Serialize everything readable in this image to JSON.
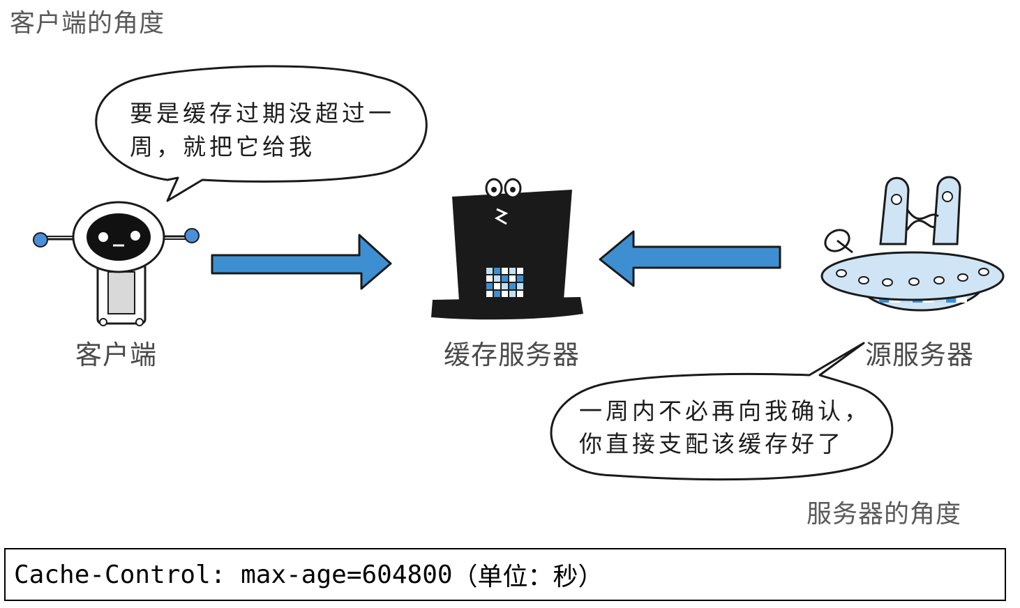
{
  "title_client_view": "客户端的角度",
  "title_server_view": "服务器的角度",
  "nodes": {
    "client": "客户端",
    "cache_server": "缓存服务器",
    "origin_server": "源服务器"
  },
  "client_bubble": {
    "line1": "要是缓存过期没超过一",
    "line2": "周，就把它给我"
  },
  "server_bubble": {
    "line1": "一周内不必再向我确认，",
    "line2": "你直接支配该缓存好了"
  },
  "header_example": {
    "code": "Cache-Control: max-age=604800",
    "unit_note": "（单位：秒）"
  },
  "colors": {
    "arrow_blue": "#3d8fd1",
    "robot_blue": "#4a90d9",
    "hat_black": "#1a1a1a",
    "ufo_light_blue": "#cfe4f5",
    "label_gray": "#4a4a4a"
  },
  "icons": [
    "robot-client-icon",
    "top-hat-cache-icon",
    "ufo-origin-icon",
    "arrow-right-icon",
    "arrow-left-icon"
  ]
}
